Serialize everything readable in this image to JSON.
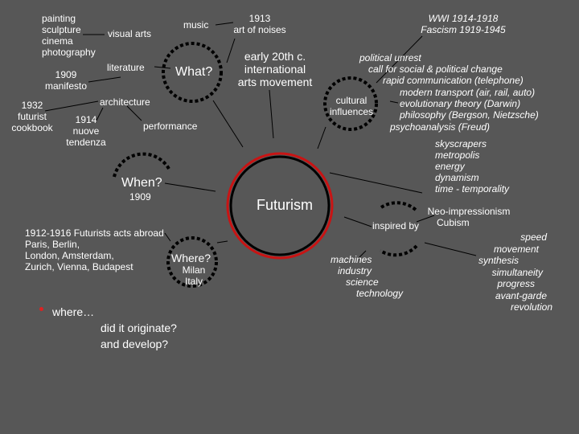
{
  "colors": {
    "background": "#575757",
    "core_ring": "#c81414",
    "ring": "#000000",
    "bullet": "#dd2222"
  },
  "center": {
    "title": "Futurism"
  },
  "what": {
    "heading": "What?",
    "visual_arts": "visual arts",
    "visual_arts_list": [
      "painting",
      "sculpture",
      "cinema",
      "photography"
    ],
    "music": "music",
    "literature": "literature",
    "manifesto": [
      "1909",
      "manifesto"
    ],
    "architecture": "architecture",
    "cookbook": [
      "1932",
      "futurist",
      "cookbook"
    ],
    "nuove_tendenze": [
      "1914",
      "nuove",
      "tendenza"
    ],
    "performance": "performance"
  },
  "noises": [
    "1913",
    "art of noises"
  ],
  "international": [
    "early 20th c.",
    "international",
    "arts movement"
  ],
  "cultural": {
    "label": [
      "cultural",
      "influences"
    ],
    "history": [
      "WWI 1914-1918",
      "Fascism 1919-1945"
    ],
    "list": [
      "political unrest",
      "call for social & political change",
      "rapid communication (telephone)",
      "modern transport (air, rail, auto)",
      "evolutionary theory (Darwin)",
      "philosophy (Bergson, Nietzsche)",
      "psychoanalysis (Freud)"
    ]
  },
  "themes": [
    "skyscrapers",
    "metropolis",
    "energy",
    "dynamism",
    "time - temporality"
  ],
  "when": {
    "heading": "When?",
    "year": "1909"
  },
  "abroad": [
    "1912-1916 Futurists acts abroad",
    "Paris, Berlin,",
    "London, Amsterdam,",
    "Zurich, Vienna, Budapest"
  ],
  "where": {
    "heading": "Where?",
    "cities": [
      "Milan",
      "Italy"
    ]
  },
  "question": [
    "where…",
    "did it originate?",
    "and develop?"
  ],
  "inspired": {
    "label": "inspired by",
    "art": [
      "Neo-impressionism",
      "Cubism"
    ],
    "machines": [
      "machines",
      "industry",
      "science",
      "technology"
    ],
    "speed": [
      "speed",
      "movement",
      "synthesis",
      "simultaneity",
      "progress",
      "avant-garde",
      "revolution"
    ]
  }
}
